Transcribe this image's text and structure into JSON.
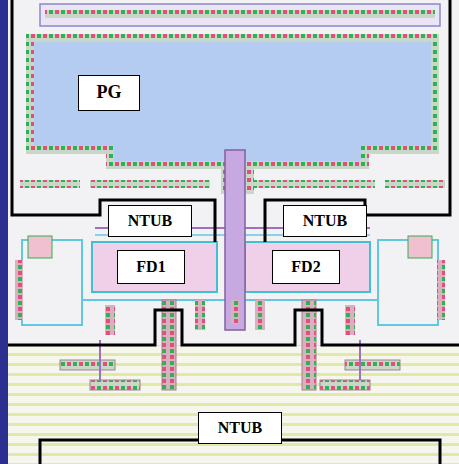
{
  "diagram": {
    "nodes": [
      {
        "text": [
          "PG"
        ]
      },
      {
        "text": [
          "NTUB"
        ]
      },
      {
        "text": [
          "NTUB"
        ]
      },
      {
        "text": [
          "FD1"
        ]
      },
      {
        "text": [
          "FD2"
        ]
      },
      {
        "text": [
          "NTUB"
        ]
      }
    ]
  }
}
